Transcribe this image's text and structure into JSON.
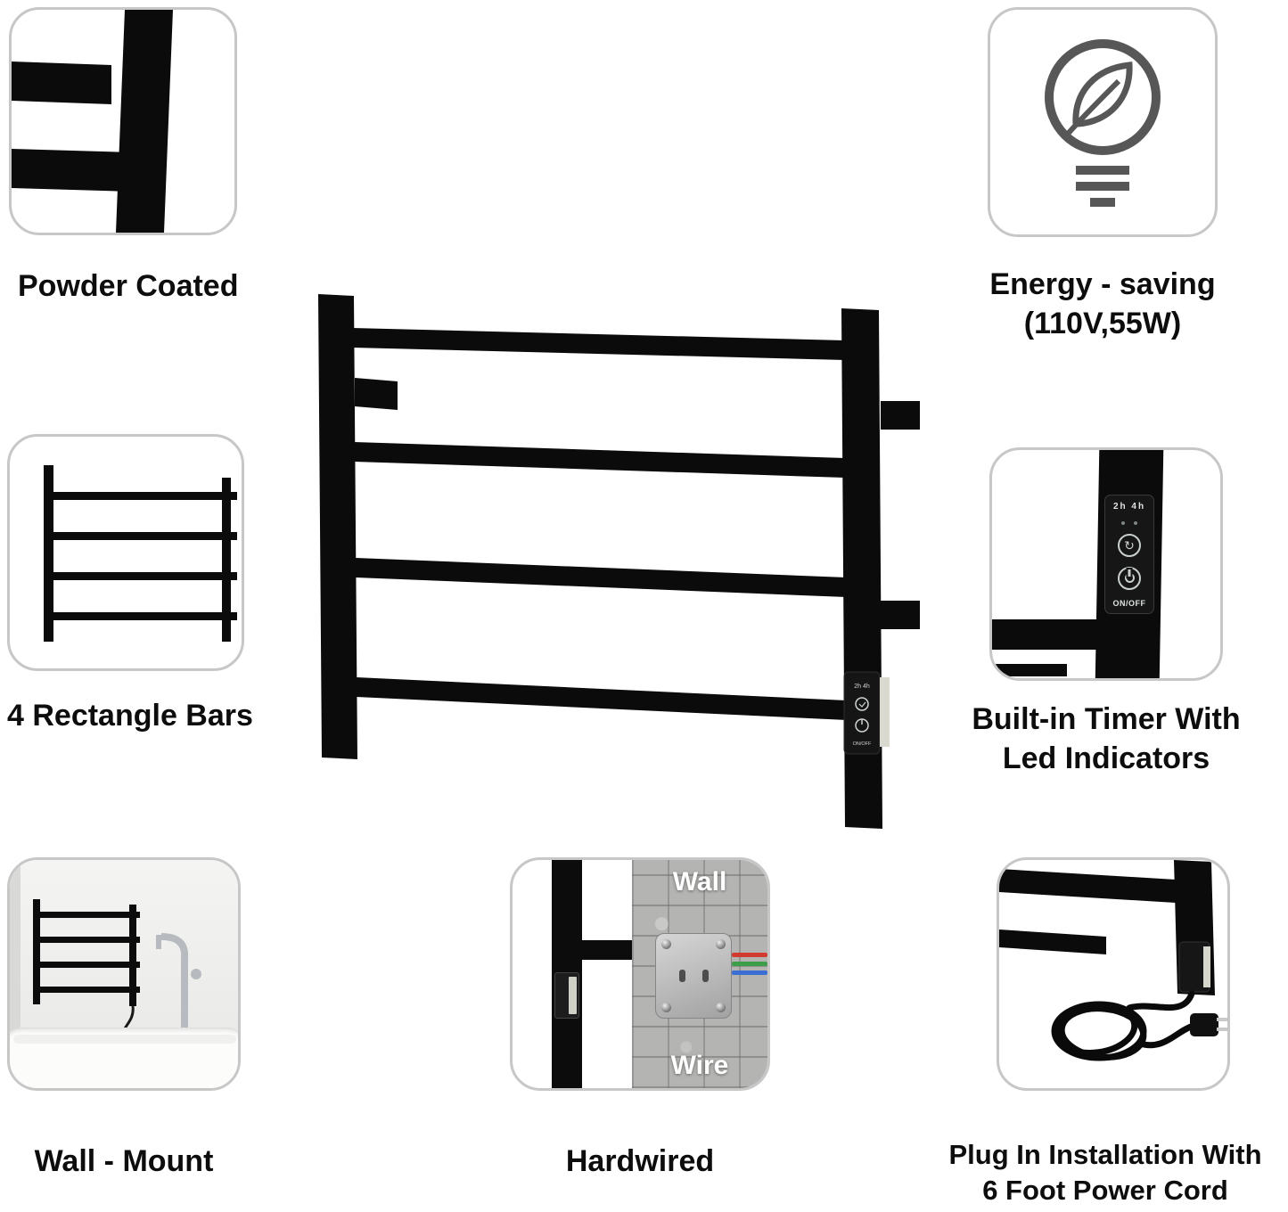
{
  "captions": {
    "powder_coated": "Powder Coated",
    "energy_saving_1": "Energy - saving",
    "energy_saving_2": "(110V,55W)",
    "rectangle_bars": "4 Rectangle Bars",
    "timer_1": "Built-in Timer With",
    "timer_2": "Led Indicators",
    "wall_mount": "Wall - Mount",
    "hardwired": "Hardwired",
    "plug_in_1": "Plug In Installation With",
    "plug_in_2": "6 Foot Power Cord"
  },
  "hardwired_tile": {
    "wall": "Wall",
    "wire": "Wire"
  },
  "control_panel": {
    "timers": "2h 4h",
    "onoff": "ON/OFF"
  },
  "colors": {
    "rack_black": "#0b0b0b",
    "icon_gray": "#575757",
    "tile_border": "#c7c7c7",
    "wire_red": "#d23b2f",
    "wire_green": "#3f9e49",
    "wire_blue": "#3b6fd2"
  }
}
